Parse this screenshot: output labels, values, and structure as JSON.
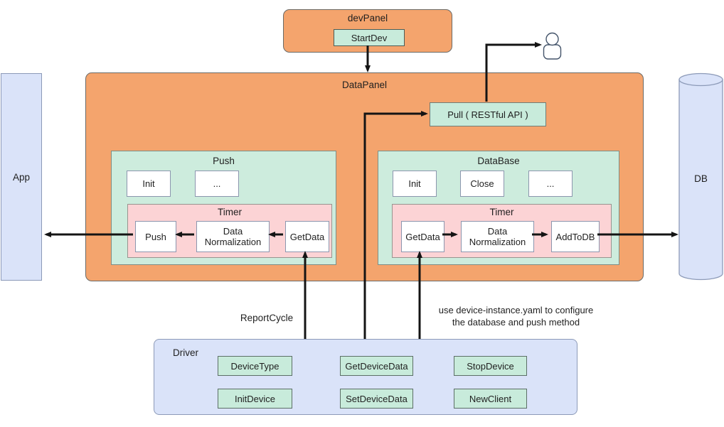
{
  "colors": {
    "panel_orange": "#f4a46d",
    "group_mint": "#cdecdd",
    "timer_pink": "#fcd3d5",
    "box_blue": "#dae3f9",
    "button_mint": "#c8ebdb",
    "arrow": "#141414"
  },
  "dev_panel": {
    "title": "devPanel",
    "button_label": "StartDev"
  },
  "data_panel": {
    "title": "DataPanel",
    "pull_label": "Pull ( RESTful API )",
    "push_group": {
      "title": "Push",
      "methods": [
        "Init",
        "..."
      ],
      "timer": {
        "title": "Timer",
        "boxes": [
          "Push",
          "Data Normalization",
          "GetData"
        ],
        "flow": "right-to-left"
      }
    },
    "database_group": {
      "title": "DataBase",
      "methods": [
        "Init",
        "Close",
        "..."
      ],
      "timer": {
        "title": "Timer",
        "boxes": [
          "GetData",
          "Data Normalization",
          "AddToDB"
        ],
        "flow": "left-to-right"
      }
    }
  },
  "app_box": {
    "label": "App"
  },
  "db_cylinder": {
    "label": "DB"
  },
  "driver_panel": {
    "title": "Driver",
    "buttons": [
      "DeviceType",
      "GetDeviceData",
      "StopDevice",
      "InitDevice",
      "SetDeviceData",
      "NewClient"
    ]
  },
  "annotations": {
    "report_cycle": "ReportCycle",
    "config_note": [
      "use device-instance.yaml to configure",
      "the database and push method"
    ]
  },
  "icons": {
    "user": "user-icon"
  },
  "connections": [
    {
      "from": "StartDev",
      "to": "DataPanel"
    },
    {
      "from": "Driver",
      "to": "Pull ( RESTful API )"
    },
    {
      "from": "Pull ( RESTful API )",
      "to": "user"
    },
    {
      "from": "Driver",
      "to": "Push.Timer.GetData",
      "label": "ReportCycle"
    },
    {
      "from": "Driver",
      "to": "DataBase.Timer.GetData",
      "label": "use device-instance.yaml to configure the database and push method"
    },
    {
      "from": "Push.Timer.GetData",
      "to": "Push.Timer.Data Normalization"
    },
    {
      "from": "Push.Timer.Data Normalization",
      "to": "Push.Timer.Push"
    },
    {
      "from": "Push.Timer.Push",
      "to": "App"
    },
    {
      "from": "DataBase.Timer.GetData",
      "to": "DataBase.Timer.Data Normalization"
    },
    {
      "from": "DataBase.Timer.Data Normalization",
      "to": "DataBase.Timer.AddToDB"
    },
    {
      "from": "DataBase.Timer.AddToDB",
      "to": "DB"
    }
  ]
}
